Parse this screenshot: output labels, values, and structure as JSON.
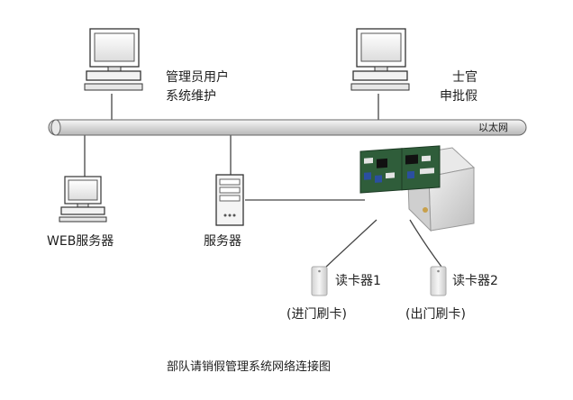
{
  "diagram": {
    "ethernet_label": "以太网",
    "admin_pc_label": [
      "管理员用户",
      "系统维护"
    ],
    "officer_pc_label": [
      "士官",
      "申批假"
    ],
    "web_server_label": "WEB服务器",
    "server_label": "服务器",
    "reader1_label": "读卡器1",
    "reader1_sub": "(进门刷卡)",
    "reader2_label": "读卡器2",
    "reader2_sub": "(出门刷卡)",
    "caption": "部队请销假管理系统网络连接图"
  },
  "icons": {
    "computer": "desktop-computer-icon",
    "server": "tower-server-icon",
    "controller": "access-controller-board-icon",
    "reader": "card-reader-icon"
  },
  "colors": {
    "line": "#444444",
    "bus_fill": "#e2e2e2",
    "board_green": "#2f5d3a",
    "board_blue": "#2b4fa0",
    "cabinet": "#dcdcdc"
  }
}
